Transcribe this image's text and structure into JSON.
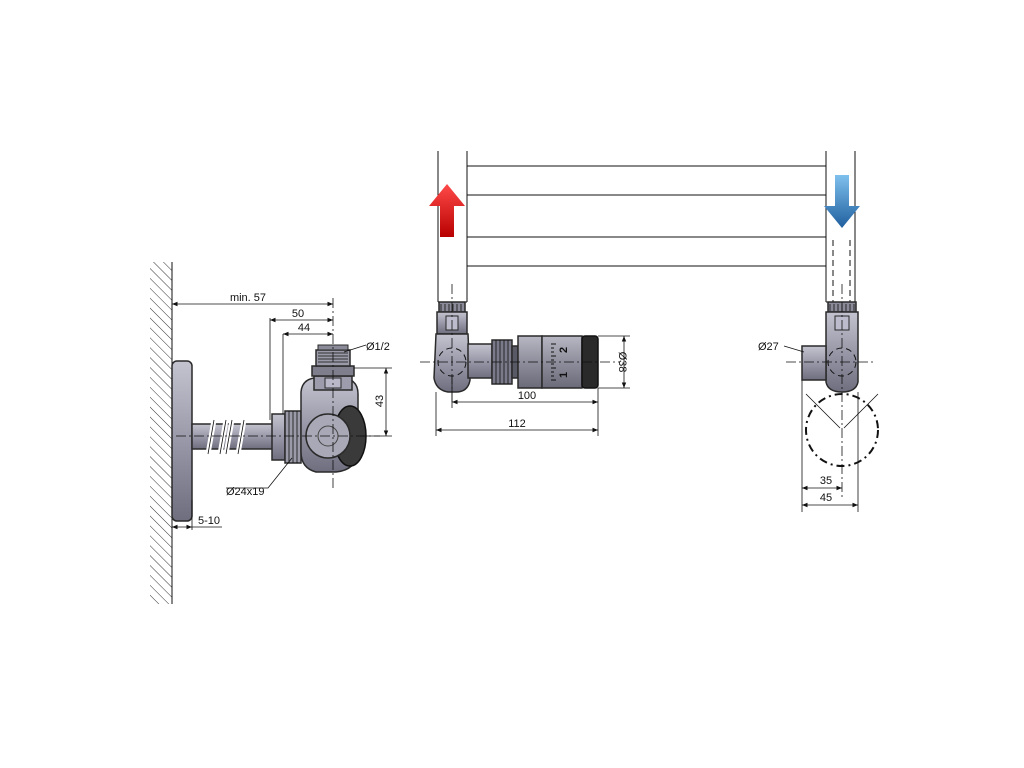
{
  "dimensions": {
    "min_57": "min. 57",
    "d50": "50",
    "d44": "44",
    "thread": "Ø1/2",
    "d43": "43",
    "pipe": "Ø24x19",
    "wall_gap": "5-10",
    "d38": "Ø38",
    "d100": "100",
    "d112": "112",
    "d27": "Ø27",
    "d35": "35",
    "d45": "45"
  },
  "scale_marks": {
    "two": "2",
    "one": "1"
  },
  "flow": {
    "supply_arrow_color": "#e21a1a",
    "return_arrow_color": "#2a7fc4"
  }
}
